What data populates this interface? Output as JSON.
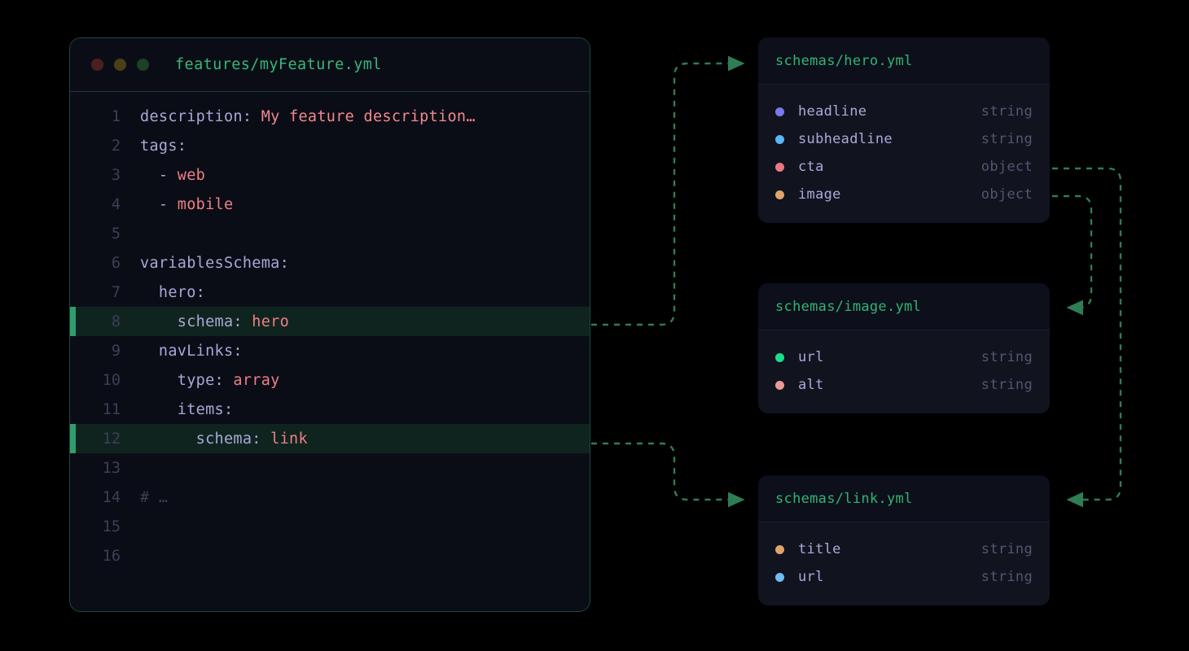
{
  "editor": {
    "filename": "features/myFeature.yml",
    "window_controls": [
      {
        "name": "close-dot",
        "color": "#4a201f"
      },
      {
        "name": "minimize-dot",
        "color": "#4a3f15"
      },
      {
        "name": "maximize-dot",
        "color": "#1d4027"
      }
    ],
    "lines": [
      {
        "n": "1",
        "highlight": false,
        "tokens": [
          {
            "t": "description",
            "c": "k"
          },
          {
            "t": ":",
            "c": "p"
          },
          {
            "t": " My feature description…",
            "c": "vs"
          }
        ]
      },
      {
        "n": "2",
        "highlight": false,
        "tokens": [
          {
            "t": "tags",
            "c": "k"
          },
          {
            "t": ":",
            "c": "p"
          }
        ]
      },
      {
        "n": "3",
        "highlight": false,
        "tokens": [
          {
            "t": "  - ",
            "c": "p"
          },
          {
            "t": "web",
            "c": "v"
          }
        ]
      },
      {
        "n": "4",
        "highlight": false,
        "tokens": [
          {
            "t": "  - ",
            "c": "p"
          },
          {
            "t": "mobile",
            "c": "v"
          }
        ]
      },
      {
        "n": "5",
        "highlight": false,
        "tokens": []
      },
      {
        "n": "6",
        "highlight": false,
        "tokens": [
          {
            "t": "variablesSchema",
            "c": "k"
          },
          {
            "t": ":",
            "c": "p"
          }
        ]
      },
      {
        "n": "7",
        "highlight": false,
        "tokens": [
          {
            "t": "  hero",
            "c": "k"
          },
          {
            "t": ":",
            "c": "p"
          }
        ]
      },
      {
        "n": "8",
        "highlight": true,
        "tokens": [
          {
            "t": "    schema",
            "c": "k"
          },
          {
            "t": ": ",
            "c": "p"
          },
          {
            "t": "hero",
            "c": "v"
          }
        ]
      },
      {
        "n": "9",
        "highlight": false,
        "tokens": [
          {
            "t": "  navLinks",
            "c": "k"
          },
          {
            "t": ":",
            "c": "p"
          }
        ]
      },
      {
        "n": "10",
        "highlight": false,
        "tokens": [
          {
            "t": "    type",
            "c": "k"
          },
          {
            "t": ": ",
            "c": "p"
          },
          {
            "t": "array",
            "c": "v"
          }
        ]
      },
      {
        "n": "11",
        "highlight": false,
        "tokens": [
          {
            "t": "    items",
            "c": "k"
          },
          {
            "t": ":",
            "c": "p"
          }
        ]
      },
      {
        "n": "12",
        "highlight": true,
        "tokens": [
          {
            "t": "      schema",
            "c": "k"
          },
          {
            "t": ": ",
            "c": "p"
          },
          {
            "t": "link",
            "c": "v"
          }
        ]
      },
      {
        "n": "13",
        "highlight": false,
        "tokens": []
      },
      {
        "n": "14",
        "highlight": false,
        "tokens": [
          {
            "t": "# …",
            "c": "cmt"
          }
        ]
      },
      {
        "n": "15",
        "highlight": false,
        "tokens": []
      },
      {
        "n": "16",
        "highlight": false,
        "tokens": []
      }
    ]
  },
  "panels": [
    {
      "id": "hero",
      "title": "schemas/hero.yml",
      "fields": [
        {
          "name": "headline",
          "type": "string",
          "color": "#7b79e8"
        },
        {
          "name": "subheadline",
          "type": "string",
          "color": "#5ab6f5"
        },
        {
          "name": "cta",
          "type": "object",
          "color": "#e8797f"
        },
        {
          "name": "image",
          "type": "object",
          "color": "#e0a46a"
        }
      ]
    },
    {
      "id": "image",
      "title": "schemas/image.yml",
      "fields": [
        {
          "name": "url",
          "type": "string",
          "color": "#18e08a"
        },
        {
          "name": "alt",
          "type": "string",
          "color": "#e89a96"
        }
      ]
    },
    {
      "id": "link",
      "title": "schemas/link.yml",
      "fields": [
        {
          "name": "title",
          "type": "string",
          "color": "#e0a46a"
        },
        {
          "name": "url",
          "type": "string",
          "color": "#6fbdf5"
        }
      ]
    }
  ],
  "connectors": {
    "stroke": "#2e7d55",
    "edges": [
      {
        "name": "line8-to-hero",
        "from": "editor-line-8",
        "to": "panel-hero"
      },
      {
        "name": "line12-to-link",
        "from": "editor-line-12",
        "to": "panel-link"
      },
      {
        "name": "cta-to-link",
        "from": "hero-field-cta",
        "to": "panel-link"
      },
      {
        "name": "image-to-image",
        "from": "hero-field-image",
        "to": "panel-image"
      }
    ]
  }
}
